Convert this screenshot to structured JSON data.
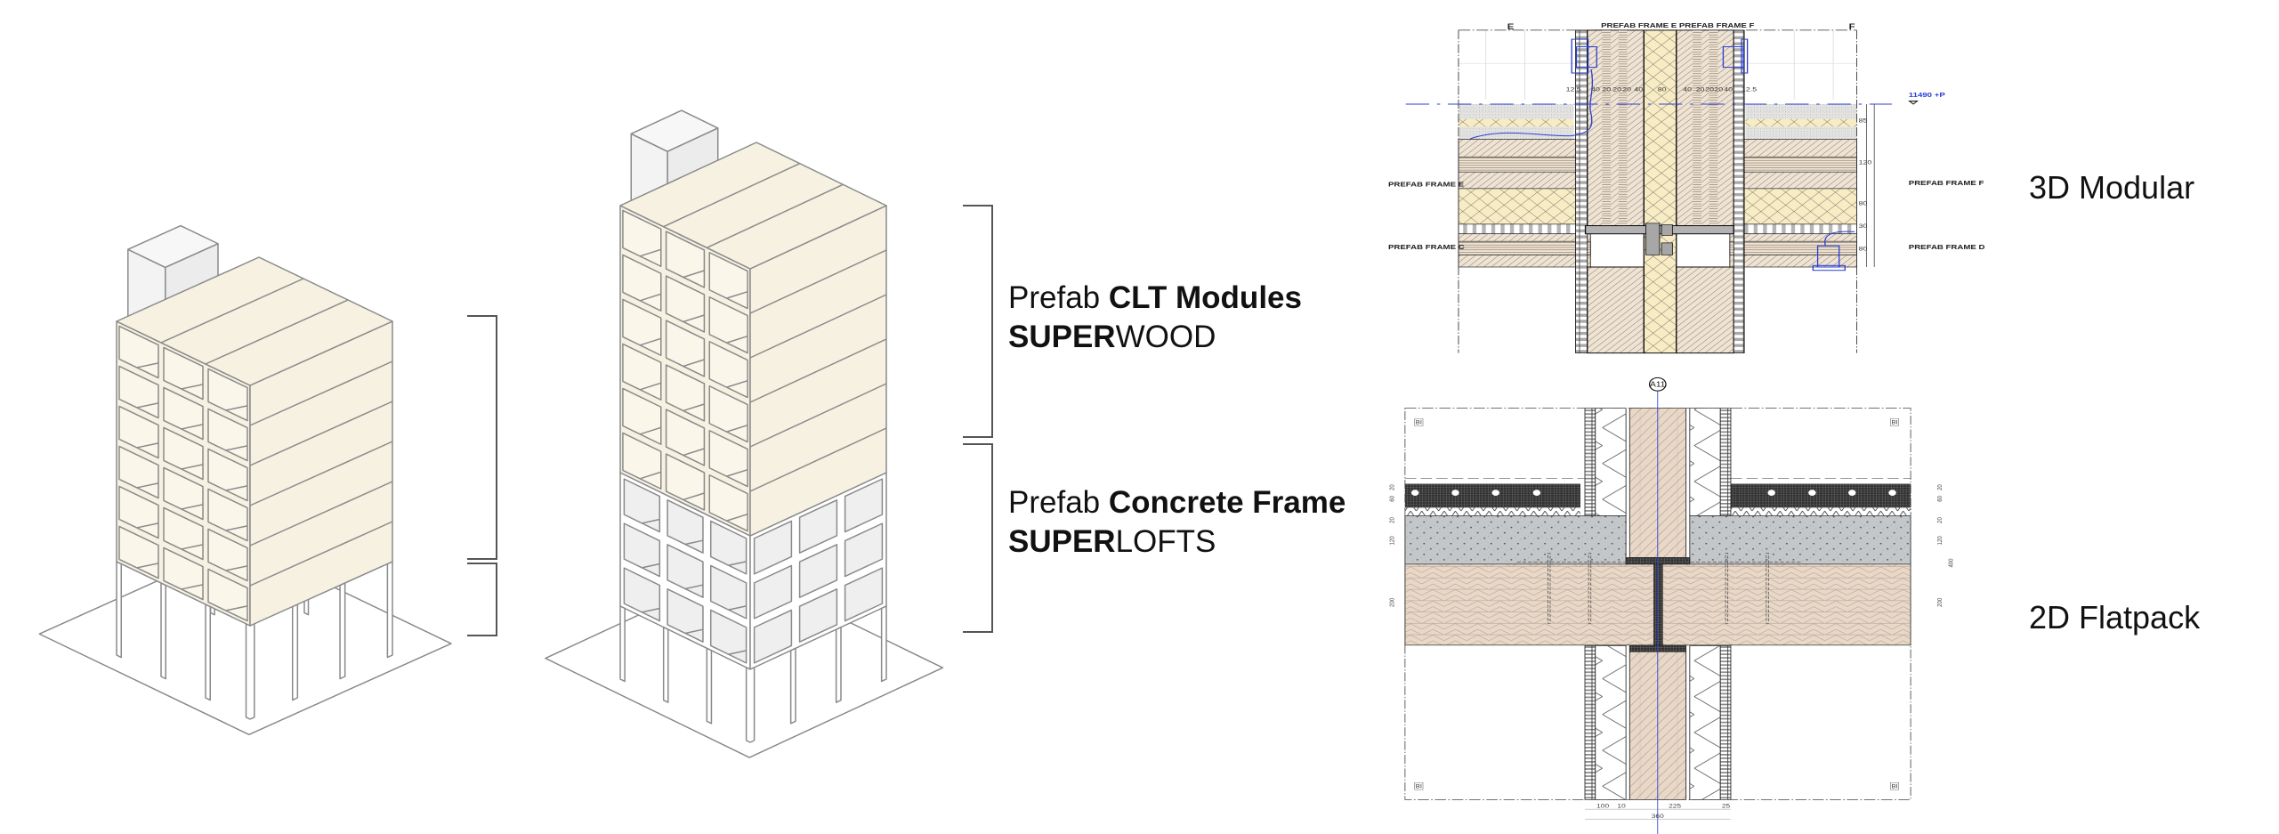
{
  "captions": {
    "clt": {
      "prefix": "Prefab ",
      "bold": "CLT Modules",
      "brand_bold": "SUPER",
      "brand_rest": "WOOD"
    },
    "concrete": {
      "prefix": "Prefab ",
      "bold": "Concrete Frame",
      "brand_bold": "SUPER",
      "brand_rest": "LOFTS"
    }
  },
  "labels": {
    "modular": "3D Modular",
    "flatpack": "2D Flatpack"
  },
  "detail_modular": {
    "frame_e": "PREFAB FRAME E",
    "frame_f": "PREFAB FRAME F",
    "frame_c": "PREFAB FRAME C",
    "frame_d": "PREFAB FRAME D",
    "grid_e": "E",
    "grid_f": "F",
    "level": "11490 +P",
    "dims_right": [
      "85",
      "120",
      "80",
      "30",
      "80"
    ],
    "dims_top": [
      "12.5",
      "40",
      "20",
      "20",
      "20",
      "40",
      "80",
      "40",
      "20",
      "20",
      "20",
      "40",
      "12.5"
    ]
  },
  "detail_flatpack": {
    "grid_ref": "A11",
    "marker": "BI",
    "dims_side": [
      "20",
      "60",
      "20",
      "120",
      "200"
    ],
    "dim_total": "400",
    "dims_bottom": [
      "100",
      "10",
      "225",
      "25"
    ],
    "dim_bottom_total": "360"
  },
  "colors": {
    "clt": "#f6f1e1",
    "frame": "#efefef",
    "line": "#8a8a8a",
    "blue": "#2b3fd6"
  }
}
